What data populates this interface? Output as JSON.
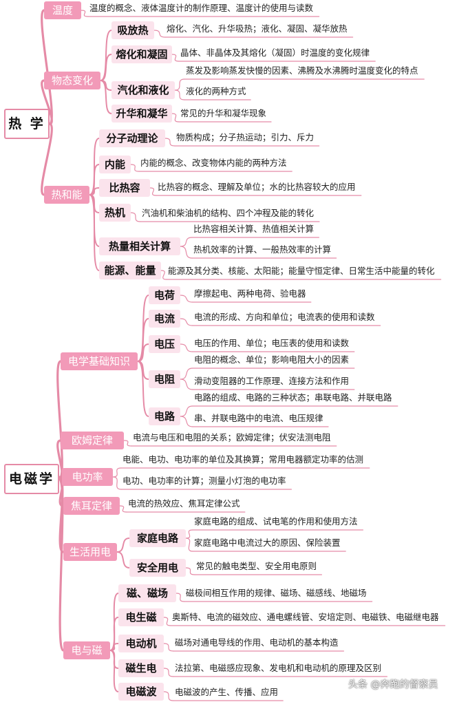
{
  "colors": {
    "line": "#e58aa6",
    "branch_fill": "#f29ab8",
    "sub_fill": "#fbe3ec"
  },
  "mindmaps": [
    {
      "title": "热 学",
      "branches": [
        {
          "label": "温度",
          "leaves": [
            "温度的概念、液体温度计的制作原理、温度计的使用与读数"
          ]
        },
        {
          "label": "物态变化",
          "subs": [
            {
              "label": "吸放热",
              "leaves": [
                "熔化、汽化、升华吸热；液化、凝固、凝华放热"
              ]
            },
            {
              "label": "熔化和凝固",
              "leaves": [
                "晶体、非晶体及其熔化（凝固）时温度的变化规律"
              ]
            },
            {
              "label": "汽化和液化",
              "leaves": [
                "蒸发及影响蒸发快慢的因素、沸腾及水沸腾时温度变化的特点",
                "液化的两种方式"
              ]
            },
            {
              "label": "升华和凝华",
              "leaves": [
                "常见的升华和凝华现象"
              ]
            }
          ]
        },
        {
          "label": "热和能",
          "subs": [
            {
              "label": "分子动理论",
              "leaves": [
                "物质构成；分子热运动；引力、斥力"
              ]
            },
            {
              "label": "内能",
              "leaves": [
                "内能的概念、改变物体内能的两种方法"
              ]
            },
            {
              "label": "比热容",
              "leaves": [
                "比热容的概念、理解及单位；水的比热容较大的应用"
              ]
            },
            {
              "label": "热机",
              "leaves": [
                "汽油机和柴油机的结构、四个冲程及能的转化"
              ]
            },
            {
              "label": "热量相关计算",
              "leaves": [
                "比热容相关计算、热值相关计算",
                "热机效率的计算、一般热效率的计算"
              ]
            },
            {
              "label": "能源、能量",
              "leaves": [
                "能源及其分类、核能、太阳能；能量守恒定律、日常生活中能量的转化"
              ]
            }
          ]
        }
      ]
    },
    {
      "title": "电磁学",
      "branches": [
        {
          "label": "电学基础知识",
          "subs": [
            {
              "label": "电荷",
              "leaves": [
                "摩擦起电、两种电荷、验电器"
              ]
            },
            {
              "label": "电流",
              "leaves": [
                "电流的形成、方向和单位；电流表的使用和读数"
              ]
            },
            {
              "label": "电压",
              "leaves": [
                "电压的作用、单位；电压表的使用和读数"
              ]
            },
            {
              "label": "电阻",
              "leaves": [
                "电阻的概念、单位；影响电阻大小的因素",
                "滑动变阻器的工作原理、连接方法和作用"
              ]
            },
            {
              "label": "电路",
              "leaves": [
                "电路的组成、电路的三种状态；串联电路、并联电路",
                "串、并联电路中的电流、电压规律"
              ]
            }
          ]
        },
        {
          "label": "欧姆定律",
          "leaves": [
            "电流与电压和电阻的关系；欧姆定律；伏安法测电阻"
          ]
        },
        {
          "label": "电功率",
          "leaves": [
            "电能、电功、电功率的单位及其换算；常用电器额定功率的估测",
            "电功、电功率的计算；测量小灯泡的电功率"
          ]
        },
        {
          "label": "焦耳定律",
          "leaves": [
            "电流的热效应、焦耳定律公式"
          ]
        },
        {
          "label": "生活用电",
          "subs": [
            {
              "label": "家庭电路",
              "leaves": [
                "家庭电路的组成、试电笔的作用和使用方法",
                "家庭电路中电流过大的原因、保险装置"
              ]
            },
            {
              "label": "安全用电",
              "leaves": [
                "常见的触电类型、安全用电原则"
              ]
            }
          ]
        },
        {
          "label": "电与磁",
          "subs": [
            {
              "label": "磁、磁场",
              "leaves": [
                "磁极间相互作用的规律、磁场、磁感线、地磁场"
              ]
            },
            {
              "label": "电生磁",
              "leaves": [
                "奥斯特、电流的磁效应、通电螺线管、安培定则、电磁铁、电磁继电器"
              ]
            },
            {
              "label": "电动机",
              "leaves": [
                "磁场对通电导线的作用、电动机的基本构造"
              ]
            },
            {
              "label": "磁生电",
              "leaves": [
                "法拉第、电磁感应现象、发电机和电动机的原理及区别"
              ]
            },
            {
              "label": "电磁波",
              "leaves": [
                "电磁波的产生、传播、应用"
              ]
            }
          ]
        }
      ]
    }
  ],
  "watermark": "头条 @奔跑的督察员"
}
